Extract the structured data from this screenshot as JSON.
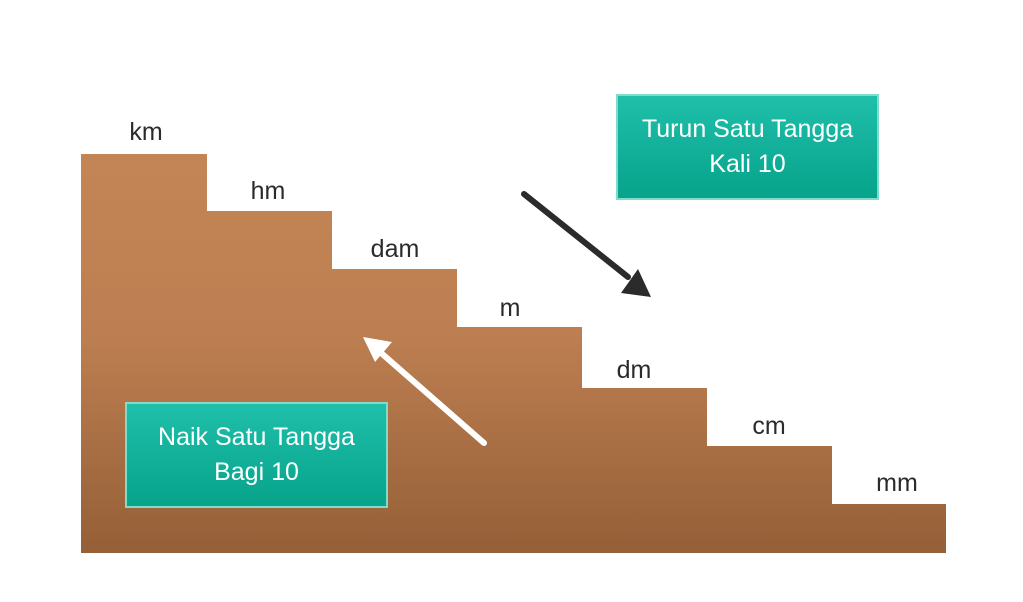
{
  "units": [
    "km",
    "hm",
    "dam",
    "m",
    "dm",
    "cm",
    "mm"
  ],
  "down_box": {
    "line1": "Turun Satu Tangga",
    "line2": "Kali 10"
  },
  "up_box": {
    "line1": "Naik Satu Tangga",
    "line2": "Bagi 10"
  },
  "colors": {
    "stair_top": "#c48556",
    "stair_bottom": "#955f37",
    "box_top": "#1fbfaa",
    "box_bottom": "#07a38b",
    "arrow_down": "#2b2b2b",
    "arrow_up": "#ffffff"
  }
}
